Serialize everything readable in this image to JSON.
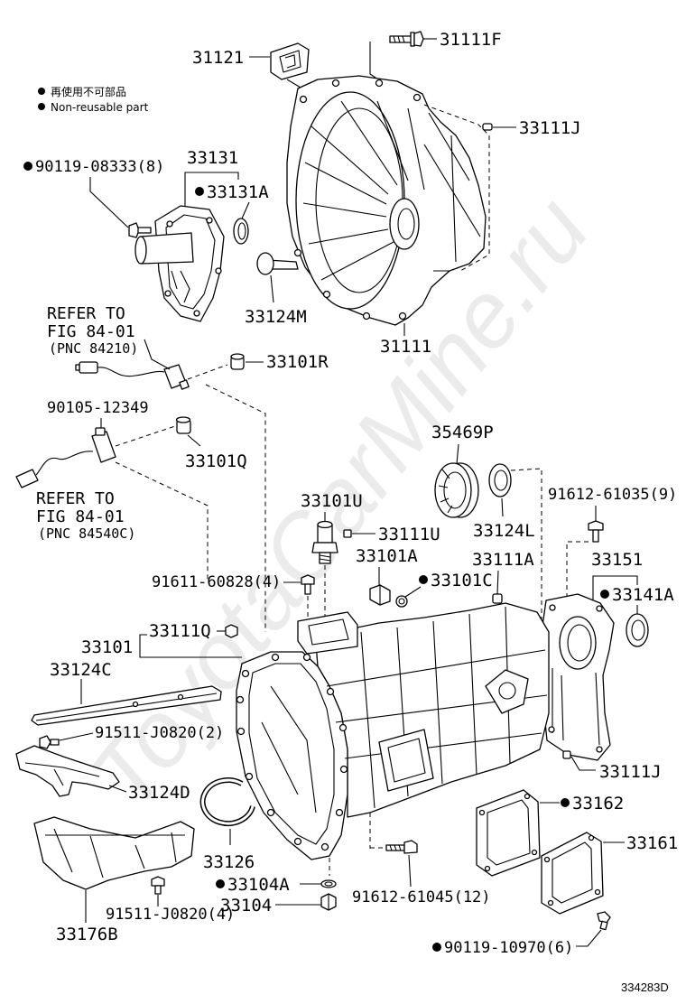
{
  "watermark": "ToyotaCarMine.ru",
  "legend": {
    "ja": "再使用不可部品",
    "en": "Non-reusable part"
  },
  "figure_code": "334283D",
  "refer_notes": [
    {
      "line1": "REFER TO",
      "line2": "FIG 84-01",
      "line3": "(PNC 84210)"
    },
    {
      "line1": "REFER TO",
      "line2": "FIG 84-01",
      "line3": "(PNC 84540C)"
    }
  ],
  "parts": {
    "p31121": {
      "number": "31121",
      "non_reusable": false
    },
    "p31111F": {
      "number": "31111F",
      "non_reusable": false
    },
    "p33111J_top": {
      "number": "33111J",
      "non_reusable": false
    },
    "p33131": {
      "number": "33131",
      "non_reusable": false
    },
    "p90119_08333": {
      "number": "90119-08333(8)",
      "non_reusable": true
    },
    "p33131A": {
      "number": "33131A",
      "non_reusable": true
    },
    "p33124M": {
      "number": "33124M",
      "non_reusable": false
    },
    "p31111": {
      "number": "31111",
      "non_reusable": false
    },
    "p33101R": {
      "number": "33101R",
      "non_reusable": false
    },
    "p90105_12349": {
      "number": "90105-12349",
      "non_reusable": false
    },
    "p35469P": {
      "number": "35469P",
      "non_reusable": false
    },
    "p33101Q": {
      "number": "33101Q",
      "non_reusable": false
    },
    "p91612_61035": {
      "number": "91612-61035(9)",
      "non_reusable": false
    },
    "p33101U": {
      "number": "33101U",
      "non_reusable": false
    },
    "p33124L": {
      "number": "33124L",
      "non_reusable": false
    },
    "p33111U": {
      "number": "33111U",
      "non_reusable": false
    },
    "p33101A": {
      "number": "33101A",
      "non_reusable": false
    },
    "p33111A": {
      "number": "33111A",
      "non_reusable": false
    },
    "p33151": {
      "number": "33151",
      "non_reusable": false
    },
    "p91611_60828": {
      "number": "91611-60828(4)",
      "non_reusable": false
    },
    "p33101C": {
      "number": "33101C",
      "non_reusable": true
    },
    "p33141A": {
      "number": "33141A",
      "non_reusable": true
    },
    "p33111Q": {
      "number": "33111Q",
      "non_reusable": false
    },
    "p33101": {
      "number": "33101",
      "non_reusable": false
    },
    "p33124C": {
      "number": "33124C",
      "non_reusable": false
    },
    "p91511_J0820_2": {
      "number": "91511-J0820(2)",
      "non_reusable": false
    },
    "p33111J_bottom": {
      "number": "33111J",
      "non_reusable": false
    },
    "p33124D": {
      "number": "33124D",
      "non_reusable": false
    },
    "p33162": {
      "number": "33162",
      "non_reusable": true
    },
    "p33161": {
      "number": "33161",
      "non_reusable": false
    },
    "p33126": {
      "number": "33126",
      "non_reusable": false
    },
    "p33104A": {
      "number": "33104A",
      "non_reusable": true
    },
    "p33104": {
      "number": "33104",
      "non_reusable": false
    },
    "p91612_61045": {
      "number": "91612-61045(12)",
      "non_reusable": false
    },
    "p91511_J0820_4": {
      "number": "91511-J0820(4)",
      "non_reusable": false
    },
    "p33176B": {
      "number": "33176B",
      "non_reusable": false
    },
    "p90119_10970": {
      "number": "90119-10970(6)",
      "non_reusable": true
    }
  }
}
